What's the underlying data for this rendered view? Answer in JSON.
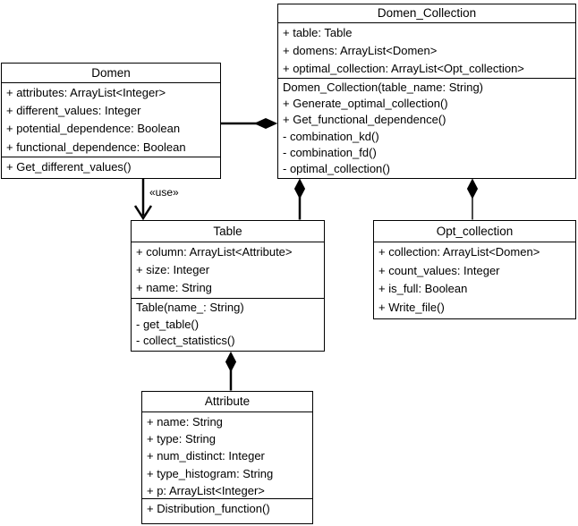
{
  "colors": {
    "line": "#000000",
    "background": "#ffffff"
  },
  "labels": {
    "use_stereotype": "«use»"
  },
  "classes": {
    "domen": {
      "title": "Domen",
      "attributes": [
        "+ attributes: ArrayList<Integer>",
        "+ different_values: Integer",
        "+ potential_dependence: Boolean",
        "+ functional_dependence: Boolean"
      ],
      "methods": [
        "+ Get_different_values()"
      ]
    },
    "domen_collection": {
      "title": "Domen_Collection",
      "attributes": [
        "+ table: Table",
        "+ domens: ArrayList<Domen>",
        "+ optimal_collection: ArrayList<Opt_collection>"
      ],
      "methods": [
        "Domen_Collection(table_name: String)",
        "+ Generate_optimal_collection()",
        "+ Get_functional_dependence()",
        "- combination_kd()",
        "- combination_fd()",
        "- optimal_collection()"
      ]
    },
    "table": {
      "title": "Table",
      "attributes": [
        "+ column: ArrayList<Attribute>",
        "+ size: Integer",
        "+ name: String"
      ],
      "methods": [
        "Table(name_: String)",
        "- get_table()",
        "- collect_statistics()"
      ]
    },
    "opt_collection": {
      "title": "Opt_collection",
      "members": [
        "+ collection: ArrayList<Domen>",
        "+ count_values: Integer",
        "+ is_full: Boolean",
        "+ Write_file()"
      ]
    },
    "attribute": {
      "title": "Attribute",
      "attributes": [
        "+ name: String",
        "+ type: String",
        "+ num_distinct: Integer",
        "+ type_histogram: String",
        "+ p: ArrayList<Integer>"
      ],
      "methods": [
        "+ Distribution_function()"
      ]
    }
  },
  "relationships": [
    {
      "from": "Domen",
      "to": "Domen_Collection",
      "type": "composition"
    },
    {
      "from": "Table",
      "to": "Domen_Collection",
      "type": "composition"
    },
    {
      "from": "Opt_collection",
      "to": "Domen_Collection",
      "type": "composition"
    },
    {
      "from": "Attribute",
      "to": "Table",
      "type": "composition"
    },
    {
      "from": "Domen",
      "to": "Table",
      "type": "dependency",
      "stereotype": "«use»"
    }
  ]
}
